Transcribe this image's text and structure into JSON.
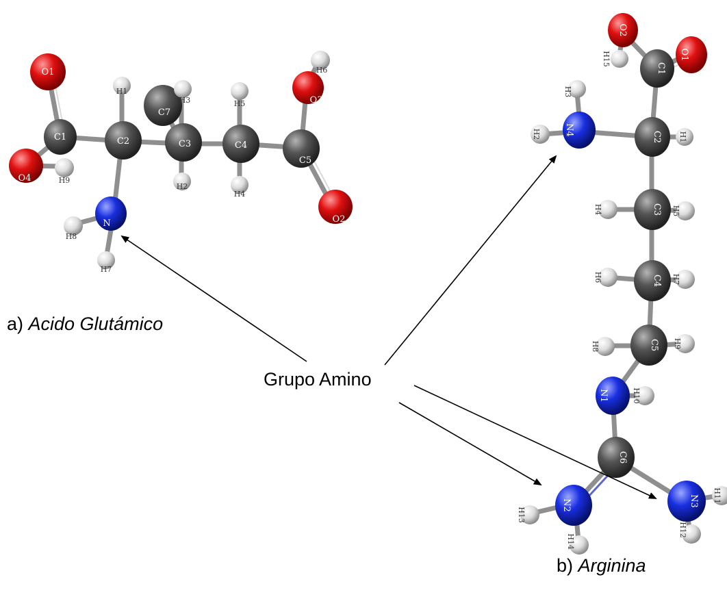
{
  "captions": {
    "glutamic_prefix": "a) ",
    "glutamic_name": "Acido Glutámico",
    "arginine_prefix": "b) ",
    "arginine_name": "Arginina"
  },
  "annotation": {
    "label": "Grupo Amino"
  },
  "colors": {
    "oxygen": "#e01010",
    "carbon": "#555555",
    "nitrogen": "#1a2fe0",
    "hydrogen": "#e8e8e8",
    "bond": "#9a9a9a",
    "arrow": "#000000"
  },
  "glutamic_acid": {
    "atoms": {
      "O1": "O1",
      "C1": "C1",
      "O4": "O4",
      "H9": "H9",
      "H1": "H1",
      "C2": "C2",
      "C7": "C7",
      "H3": "H3",
      "C3": "C3",
      "H2": "H2",
      "H5": "H5",
      "C4": "C4",
      "H4": "H4",
      "H6": "H6",
      "O3": "O3",
      "C5": "C5",
      "O2": "O2",
      "N": "N",
      "H8": "H8",
      "H7": "H7"
    }
  },
  "arginine": {
    "atoms": {
      "O2": "O2",
      "H15": "H15",
      "C1": "C1",
      "O1": "O1",
      "H3": "H3",
      "N4": "N4",
      "H2": "H2",
      "C2": "C2",
      "H1": "H1",
      "H4": "H4",
      "C3": "C3",
      "H5": "H5",
      "H6": "H6",
      "C4": "C4",
      "H7": "H7",
      "H8": "H8",
      "C5": "C5",
      "H9": "H9",
      "N1": "N1",
      "H10": "H10",
      "C6": "C6",
      "N2": "N2",
      "N3": "N3",
      "H13": "H13",
      "H14": "H14",
      "H11": "H11",
      "H12": "H12"
    }
  }
}
